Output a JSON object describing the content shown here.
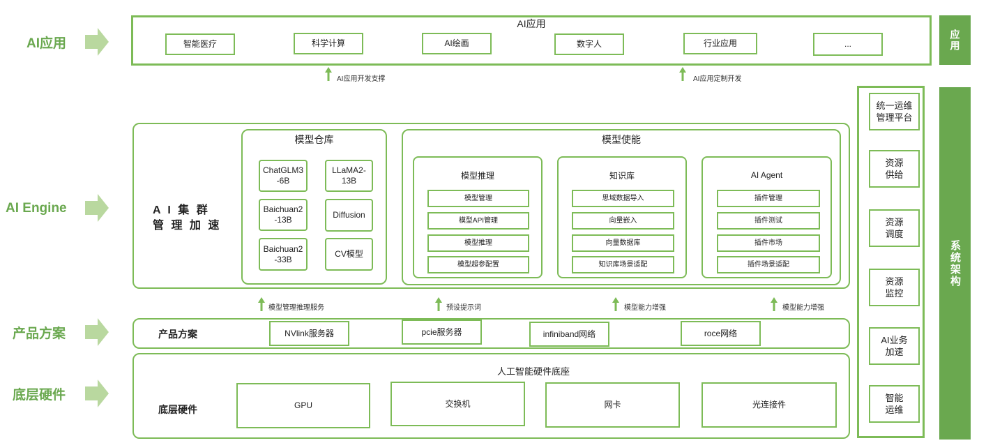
{
  "side_labels": {
    "ai_app": "AI应用",
    "ai_engine": "AI Engine",
    "product": "产品方案",
    "hardware": "底层硬件"
  },
  "app_layer": {
    "title": "AI应用",
    "items": [
      "智能医疗",
      "科学计算",
      "AI绘画",
      "数字人",
      "行业应用",
      "..."
    ],
    "support_left": "AI应用开发支撑",
    "support_right": "AI应用定制开发"
  },
  "engine": {
    "cluster_line1": "A I 集 群",
    "cluster_line2": "管 理 加 速",
    "repo": {
      "title": "模型仓库",
      "models": [
        "ChatGLM3\n-6B",
        "LLaMA2-\n13B",
        "Baichuan2\n-13B",
        "Diffusion",
        "Baichuan2\n-33B",
        "CV模型"
      ]
    },
    "enable": {
      "title": "模型使能",
      "groups": [
        {
          "title": "模型推理",
          "items": [
            "模型管理",
            "模型API管理",
            "模型推理",
            "模型超参配置"
          ]
        },
        {
          "title": "知识库",
          "items": [
            "思域数据导入",
            "向量嵌入",
            "向量数据库",
            "知识库场景适配"
          ]
        },
        {
          "title": "AI Agent",
          "items": [
            "插件管理",
            "插件测试",
            "插件市场",
            "插件场景适配"
          ]
        }
      ]
    }
  },
  "service_arrows": [
    "模型管理推理服务",
    "预设提示词",
    "模型能力增强",
    "模型能力增强"
  ],
  "product_layer": {
    "label": "产品方案",
    "items": [
      "NVlink服务器",
      "pcie服务器",
      "infiniband网络",
      "roce网络"
    ]
  },
  "hardware_layer": {
    "title": "人工智能硬件底座",
    "label": "底层硬件",
    "items": [
      "GPU",
      "交换机",
      "网卡",
      "光连接件"
    ]
  },
  "right_column": {
    "bar_top": "应用",
    "bar_arch": "系统架构",
    "items": [
      "统一运维\n管理平台",
      "资源\n供给",
      "资源\n调度",
      "资源\n监控",
      "AI业务\n加速",
      "智能\n运维"
    ]
  },
  "colors": {
    "accent": "#7dbb57",
    "label": "#6aa84f",
    "arrow": "#b9d89f"
  }
}
